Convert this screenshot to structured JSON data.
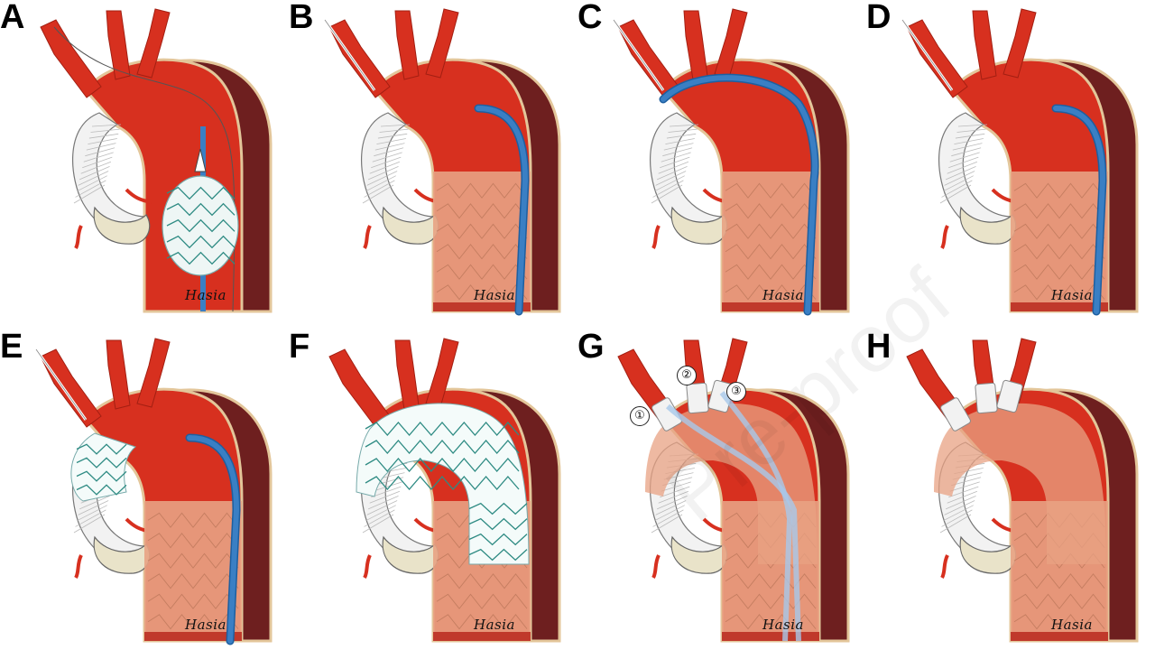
{
  "figure": {
    "signature_text": "Hasia",
    "watermark_text": "Pre-proof",
    "colors": {
      "aorta_red": "#d7301f",
      "aorta_dark": "#6e1f1f",
      "graft_white": "#f2f2f2",
      "stent_green": "#2e8b83",
      "catheter_blue": "#3a7fc4",
      "stentgraft_peach": "#e8a283",
      "outline_beige": "#e3c69a"
    },
    "panels": [
      {
        "label": "A",
        "stage": "balloon"
      },
      {
        "label": "B",
        "stage": "wire-descending"
      },
      {
        "label": "C",
        "stage": "wire-graft"
      },
      {
        "label": "D",
        "stage": "wire-graft-stent"
      },
      {
        "label": "E",
        "stage": "proximal-stent"
      },
      {
        "label": "F",
        "stage": "full-stent"
      },
      {
        "label": "G",
        "stage": "branches"
      },
      {
        "label": "H",
        "stage": "final"
      }
    ],
    "branch_numbers": [
      "①",
      "②",
      "③"
    ]
  }
}
